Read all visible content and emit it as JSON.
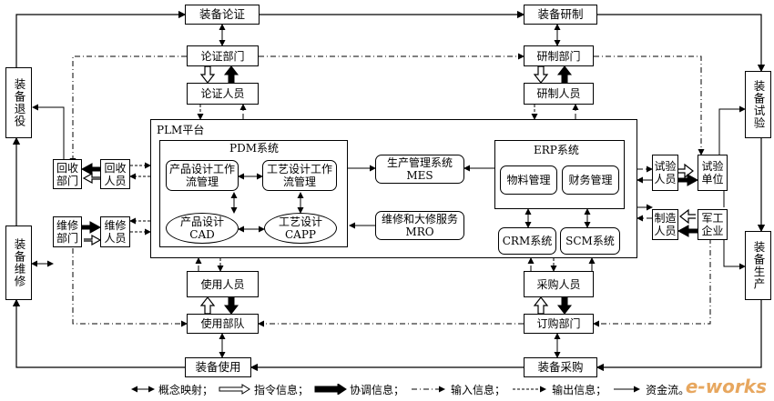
{
  "top": {
    "lunzheng": "装备论证",
    "yanzhi": "装备研制"
  },
  "bottom": {
    "shiyong": "装备使用",
    "caigou": "装备采购"
  },
  "left": {
    "tuiyi": "装备退役",
    "weixiu": "装备维修"
  },
  "right": {
    "shiyan": "装备试验",
    "shengchan": "装备生产"
  },
  "dept": {
    "lunzheng": "论证部门",
    "lunzheng_staff": "论证人员",
    "yanzhi": "研制部门",
    "yanzhi_staff": "研制人员",
    "shiyong": "使用部队",
    "shiyong_staff": "使用人员",
    "dinggou": "订购部门",
    "caigou_staff": "采购人员",
    "huishou_dept": "回收部门",
    "huishou_staff": "回收人员",
    "weixiu_dept": "维修部门",
    "weixiu_staff": "维修人员",
    "shiyan_staff": "试验人员",
    "shiyan_unit": "试验单位",
    "zhizao_staff": "制造人员",
    "jungong": "军工企业"
  },
  "plm": {
    "title": "PLM平台",
    "pdm": {
      "title": "PDM系统",
      "design_flow": "产品设计工作流管理",
      "process_flow": "工艺设计工作流管理",
      "cad": "产品设计CAD",
      "capp": "工艺设计CAPP"
    },
    "mes": "生产管理系统MES",
    "mro": "维修和大修服务MRO",
    "erp": {
      "title": "ERP系统",
      "material": "物料管理",
      "finance": "财务管理"
    },
    "crm": "CRM系统",
    "scm": "SCM系统"
  },
  "legend": {
    "concept": "概念映射；",
    "command": "指令信息；",
    "coord": "协调信息；",
    "input": "输入信息；",
    "output": "输出信息；",
    "fund": "资金流。"
  },
  "watermark": "e-works"
}
